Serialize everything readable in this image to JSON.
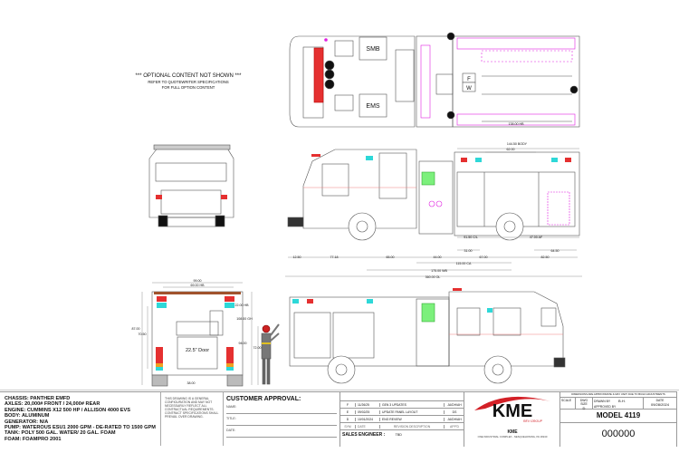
{
  "optional_note": {
    "line1": "*** OPTIONAL CONTENT NOT SHOWN ***",
    "line2": "REFER TO QUOTEWRITER SPECIFICATIONS",
    "line3": "FOR FULL OPTION CONTENT"
  },
  "top_view": {
    "compartment_labels": [
      "SMB",
      "EMS"
    ],
    "panel_labels": [
      "F",
      "W"
    ],
    "dim_hose_bed": "138.00 HB"
  },
  "side_view": {
    "dims": {
      "body": "144.50 BODY",
      "body_inner": "62.00",
      "cl": "91.50 C/L",
      "af": "47.00 AF",
      "seg1": "12.50",
      "seg2": "77.18",
      "seg3": "65.00",
      "seg4": "44.00",
      "seg5": "67.00",
      "seg6": "82.50",
      "small1": "31.00",
      "small2": "64.50",
      "ca": "115.00 CA",
      "wb": "175.00 WB",
      "ol": "360.00 OL"
    }
  },
  "rear_view": {
    "dims": {
      "width": "99.00",
      "hb_width": "69.00 HB",
      "overall_height": "87.00",
      "body_height": "70.50",
      "hb": "22.00 HB",
      "gh": "108.00 GH",
      "right_height": "94.00",
      "bottom": "38.00"
    },
    "door_label": "22.5\" Door",
    "figure_height": "72.00"
  },
  "specs": [
    "CHASSIS: PANTHER EMFD",
    "AXLES: 20,000# FRONT / 24,000# REAR",
    "ENGINE: CUMMINS X12 500 HP / ALLISON 4000 EVS",
    "BODY: ALUMINUM",
    "GENERATOR: N/A",
    "PUMP: WATEROUS ESU1 2000 GPM - DE-RATED TO 1500 GPM",
    "TANK: POLY 500 GAL. WATER/ 20 GAL. FOAM",
    "FOAM: FOAMPRO 2001"
  ],
  "disclaimer": "THIS DRAWING IS A GENERAL CONFIGURATION AND MAY NOT NECESSARILY REFLECT ALL CONTRACTUAL REQUIREMENTS. CONTRACT SPECIFICATIONS SHALL PREVAIL OVER DRAWING.",
  "customer_approval": {
    "heading": "CUSTOMER APPROVAL:",
    "name_label": "NAME:",
    "title_label": "TITLE:",
    "date_label": "DATE:"
  },
  "revisions": {
    "rows": [
      {
        "sym": "F",
        "date": "11/26/25",
        "desc": "GEN 3 UPDATES",
        "appd": "JA/DH/AH"
      },
      {
        "sym": "E",
        "date": "09/02/25",
        "desc": "UPDATE PANEL LAYOUT",
        "appd": "DS"
      },
      {
        "sym": "D",
        "date": "10/01/2024",
        "desc": "ENG REVIEW",
        "appd": "JA/DH/AH"
      }
    ],
    "header": {
      "sym": "SYM",
      "date": "DATE",
      "desc": "REVISION DESCRIPTION",
      "appd": "APP'D"
    },
    "sales_engineer_label": "SALES ENGINEER :",
    "sales_engineer_value": "TBD"
  },
  "logo": {
    "text": "KME",
    "sub": "REV GROUP",
    "company": "KME",
    "address": "ONE INDUSTRIAL COMPLEX - NESQUEHONING, PA 18240",
    "brand_color": "#d32027"
  },
  "title_block": {
    "disclaimer_top": "DIMENSIONS ARE APPROXIMATE & MAY VARY DUE TO BUILD ADJUSTMENTS",
    "scale_label": "SCALE",
    "dwg_size_label": "DWG SIZE",
    "dwg_size": "D",
    "drawn_by_label": "DRAWN BY",
    "drawn_by": "B.H.",
    "approved_by_label": "APPROVED BY",
    "date_label": "DATE",
    "date": "09/28/2024",
    "model": "MODEL 4119",
    "number": "000000"
  },
  "colors": {
    "light_red": "#e23b3b",
    "warning_cyan": "#2ed8d8",
    "magenta_markup": "#e020e0",
    "pump_panel_green": "#7cf07c"
  }
}
